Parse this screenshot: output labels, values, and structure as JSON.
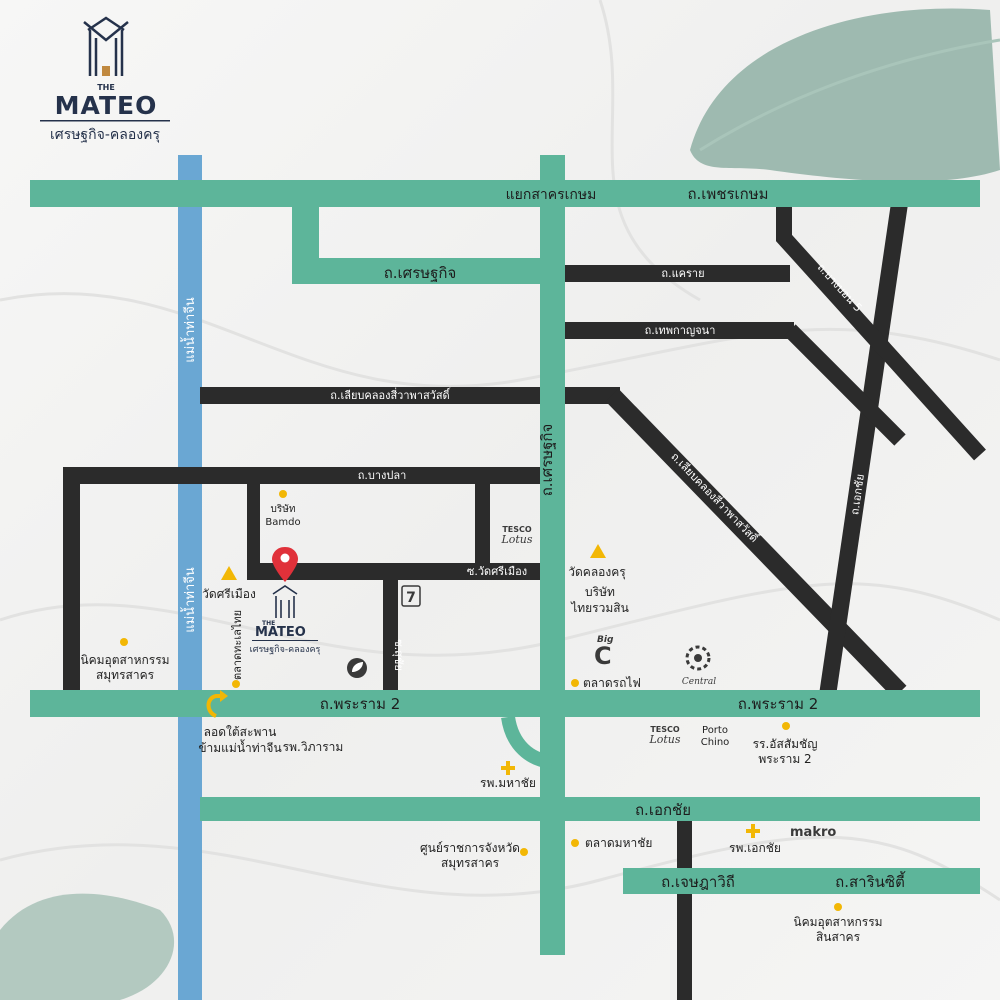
{
  "brand": {
    "the": "THE",
    "name": "MATEO",
    "tagline": "เศรษฐกิจ-คลองครุ"
  },
  "colors": {
    "green_road": "#5db59a",
    "black_road": "#2b2b2b",
    "river": "#6aa7d3",
    "marker_red": "#e0313a",
    "poi_yellow": "#f2b705",
    "leaf": "#8fb0a4"
  },
  "roads": {
    "phetkasem": "ถ.เพชรเกษม",
    "sakhon_kasem": "แยกสาครเกษม",
    "setthakit_h": "ถ.เศรษฐกิจ",
    "setthakit_v": "ถ.เศรษฐกิจ",
    "khae_rai": "ถ.แคราย",
    "thep_kanchana": "ถ.เทพกาญจนา",
    "bang_bon_5": "ถ.บางบอน 5",
    "liap_khlong_h": "ถ.เลียบคลองสี่วาพาสวัสดิ์",
    "liap_khlong_d": "ถ.เลียบคลองสี่วาพาสวัสดิ์",
    "ekkachai_d": "ถ.เอกชัย",
    "bang_pla": "ถ.บางปลา",
    "wat_si_mueang": "ซ.วัดศรีเมือง",
    "soi_suchai": "ซ.สุชัย",
    "rama2_left": "ถ.พระราม 2",
    "rama2_right": "ถ.พระราม 2",
    "ekkachai_h": "ถ.เอกชัย",
    "chetsadawithi": "ถ.เจษฎาวิถี",
    "sarinsit": "ถ.สารินซิตี้"
  },
  "river": {
    "label_top": "แม่น้ำท่าจีน",
    "label_bottom": "แม่น้ำท่าจีน"
  },
  "pois": {
    "bamdo_1": "บริษัท",
    "bamdo_2": "Bamdo",
    "wat_si_mueang": "วัดศรีเมือง",
    "talad_thale_thai": "ตลาดทะเลไทย",
    "samut_sakhon_ind_1": "นิคมอุตสาหกรรม",
    "samut_sakhon_ind_2": "สมุทรสาคร",
    "wat_khlong_khru": "วัดคลองครุ",
    "thai_ruam_sin_1": "บริษัท",
    "thai_ruam_sin_2": "ไทยรวมสิน",
    "talad_rot_fai": "ตลาดรถไฟ",
    "underpass_1": "ลอดใต้สะพาน",
    "underpass_2": "ข้ามแม่น้ำท่าจีน",
    "vibharam": "รพ.วิภาราม",
    "mahachai_hosp": "รพ.มหาชัย",
    "porto_1": "Porto",
    "porto_2": "Chino",
    "assumption_1": "รร.อัสสัมชัญ",
    "assumption_2": "พระราม 2",
    "gov_center_1": "ศูนย์ราชการจังหวัด",
    "gov_center_2": "สมุทรสาคร",
    "talad_mahachai": "ตลาดมหาชัย",
    "ekkachai_hosp": "รพ.เอกชัย",
    "makro": "makro",
    "sinsakhon_1": "นิคมอุตสาหกรรม",
    "sinsakhon_2": "สินสาคร"
  },
  "logos": {
    "tesco_1": "TESCO",
    "lotus_1": "Lotus",
    "tesco_2": "TESCO",
    "lotus_2": "Lotus",
    "bigc_1": "Big",
    "bigc_2": "C",
    "central": "Central",
    "seven": "7"
  },
  "project_marker": {
    "the": "THE",
    "name": "MATEO",
    "tagline": "เศรษฐกิจ-คลองครุ"
  }
}
